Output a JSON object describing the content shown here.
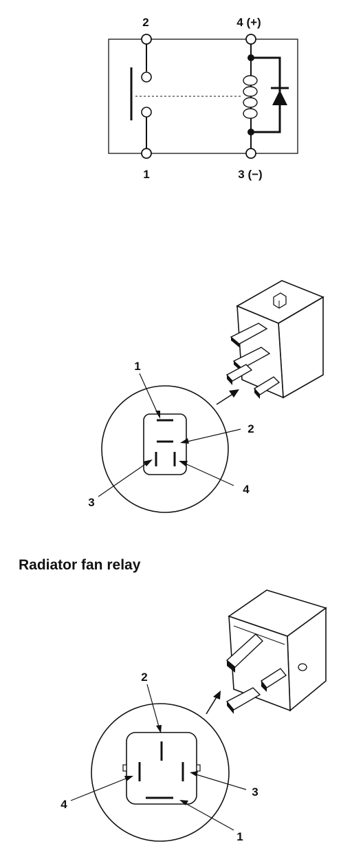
{
  "schematic": {
    "terminal_top_left": "2",
    "terminal_top_right": "4 (+)",
    "terminal_bottom_left": "1",
    "terminal_bottom_right": "3 (−)"
  },
  "relay_one": {
    "pin_labels": [
      "1",
      "2",
      "3",
      "4"
    ]
  },
  "relay_two": {
    "title": "Radiator fan relay",
    "pin_labels": [
      "2",
      "3",
      "4",
      "1"
    ]
  },
  "colors": {
    "ink": "#111111",
    "paper": "#ffffff"
  }
}
